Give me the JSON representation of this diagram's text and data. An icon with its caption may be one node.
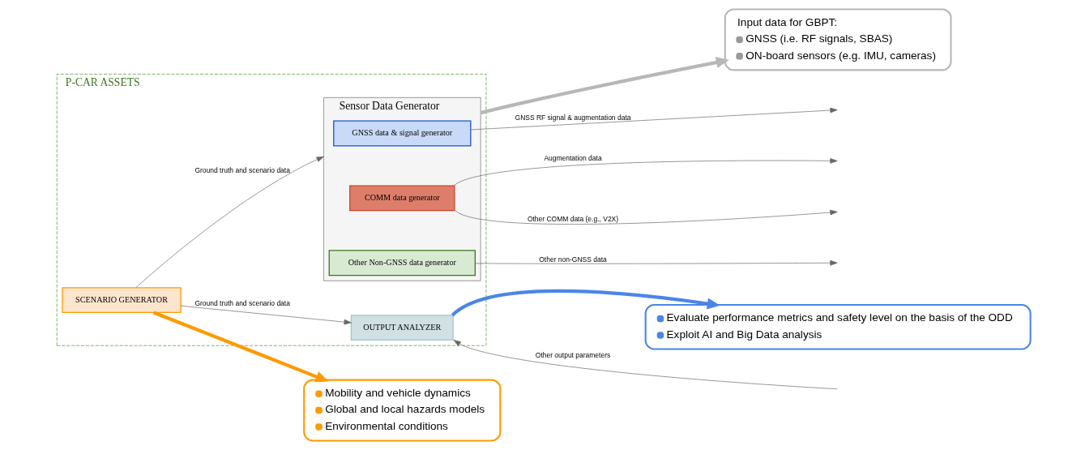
{
  "diagram": {
    "nodes": [
      {
        "text": [
          "P-CAR ASSETS"
        ]
      },
      {
        "text": [
          "SCENARIO GENERATOR"
        ],
        "in": 0
      },
      {
        "text": [
          "Sensor Data Generator"
        ],
        "in": 0
      },
      {
        "text": [
          "GNSS data & signal generator"
        ],
        "in": 2
      },
      {
        "text": [
          "COMM data generator"
        ],
        "in": 2
      },
      {
        "text": [
          "Other Non-GNSS data generator"
        ],
        "in": 2
      },
      {
        "text": [
          "OUTPUT ANALYZER"
        ],
        "in": 0
      },
      {
        "text": [
          "Mobility and vehicle dynamics",
          "Global and local hazards models",
          "Environmental conditions"
        ]
      },
      {
        "text": [
          "Input data for GBPT:",
          "GNSS (i.e. RF signals, SBAS)",
          "ON-board sensors (e.g. IMU, cameras)"
        ]
      },
      {
        "text": [
          "Evaluate performance metrics and safety level on the basis of the ODD",
          "Exploit AI and Big Data analysis"
        ]
      }
    ],
    "edges": [
      {
        "from": 1,
        "to": 2,
        "arrow": "to",
        "label": "Ground truth and scenario data"
      },
      {
        "from": 1,
        "to": 6,
        "arrow": "to",
        "label": "Ground truth and scenario data"
      },
      {
        "from": 3,
        "to": null,
        "arrow": "to",
        "label": "GNSS RF signal & augmentation data"
      },
      {
        "from": 4,
        "to": null,
        "arrow": "to",
        "label": "Augmentation data"
      },
      {
        "from": 5,
        "to": null,
        "arrow": "to",
        "label": "Other non-GNSS data"
      },
      {
        "from": 4,
        "to": null,
        "arrow": "to",
        "label": "Other COMM data (e.g., V2X)"
      },
      {
        "from": null,
        "to": 6,
        "arrow": "to",
        "label": "Other output parameters"
      },
      {
        "from": 1,
        "to": 7,
        "arrow": "to",
        "style": "thick",
        "color": "#ff9900"
      },
      {
        "from": 2,
        "to": 8,
        "arrow": "to",
        "style": "thick",
        "color": "#b7b7b7"
      },
      {
        "from": 6,
        "to": 9,
        "arrow": "to",
        "style": "thick",
        "color": "#4a86e8"
      }
    ]
  }
}
